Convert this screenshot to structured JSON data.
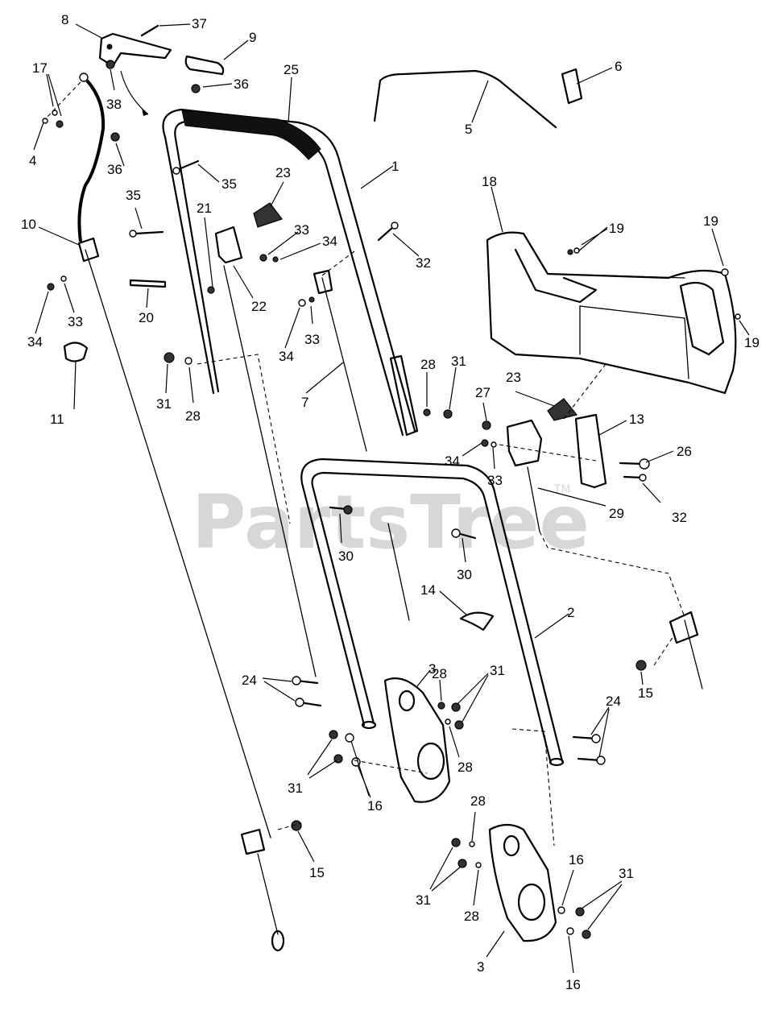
{
  "watermark": {
    "text": "PartsTree",
    "trademark": "TM"
  },
  "callouts": {
    "c1": "1",
    "c2": "2",
    "c3a": "3",
    "c3b": "3",
    "c4": "4",
    "c5": "5",
    "c6": "6",
    "c7": "7",
    "c8": "8",
    "c9": "9",
    "c10": "10",
    "c11": "11",
    "c13": "13",
    "c14": "14",
    "c15a": "15",
    "c15b": "15",
    "c16a": "16",
    "c16b": "16",
    "c16c": "16",
    "c17": "17",
    "c18": "18",
    "c19a": "19",
    "c19b": "19",
    "c19c": "19",
    "c20": "20",
    "c21": "21",
    "c22": "22",
    "c23a": "23",
    "c23b": "23",
    "c24a": "24",
    "c24b": "24",
    "c25": "25",
    "c26": "26",
    "c27": "27",
    "c28a": "28",
    "c28b": "28",
    "c28c": "28",
    "c28d": "28",
    "c28e": "28",
    "c28f": "28",
    "c29": "29",
    "c30a": "30",
    "c30b": "30",
    "c31a": "31",
    "c31b": "31",
    "c31c": "31",
    "c31d": "31",
    "c31e": "31",
    "c31f": "31",
    "c32a": "32",
    "c32b": "32",
    "c33a": "33",
    "c33b": "33",
    "c33c": "33",
    "c33d": "33",
    "c34a": "34",
    "c34b": "34",
    "c34c": "34",
    "c34d": "34",
    "c35a": "35",
    "c35b": "35",
    "c36a": "36",
    "c36b": "36",
    "c37": "37",
    "c38": "38"
  }
}
